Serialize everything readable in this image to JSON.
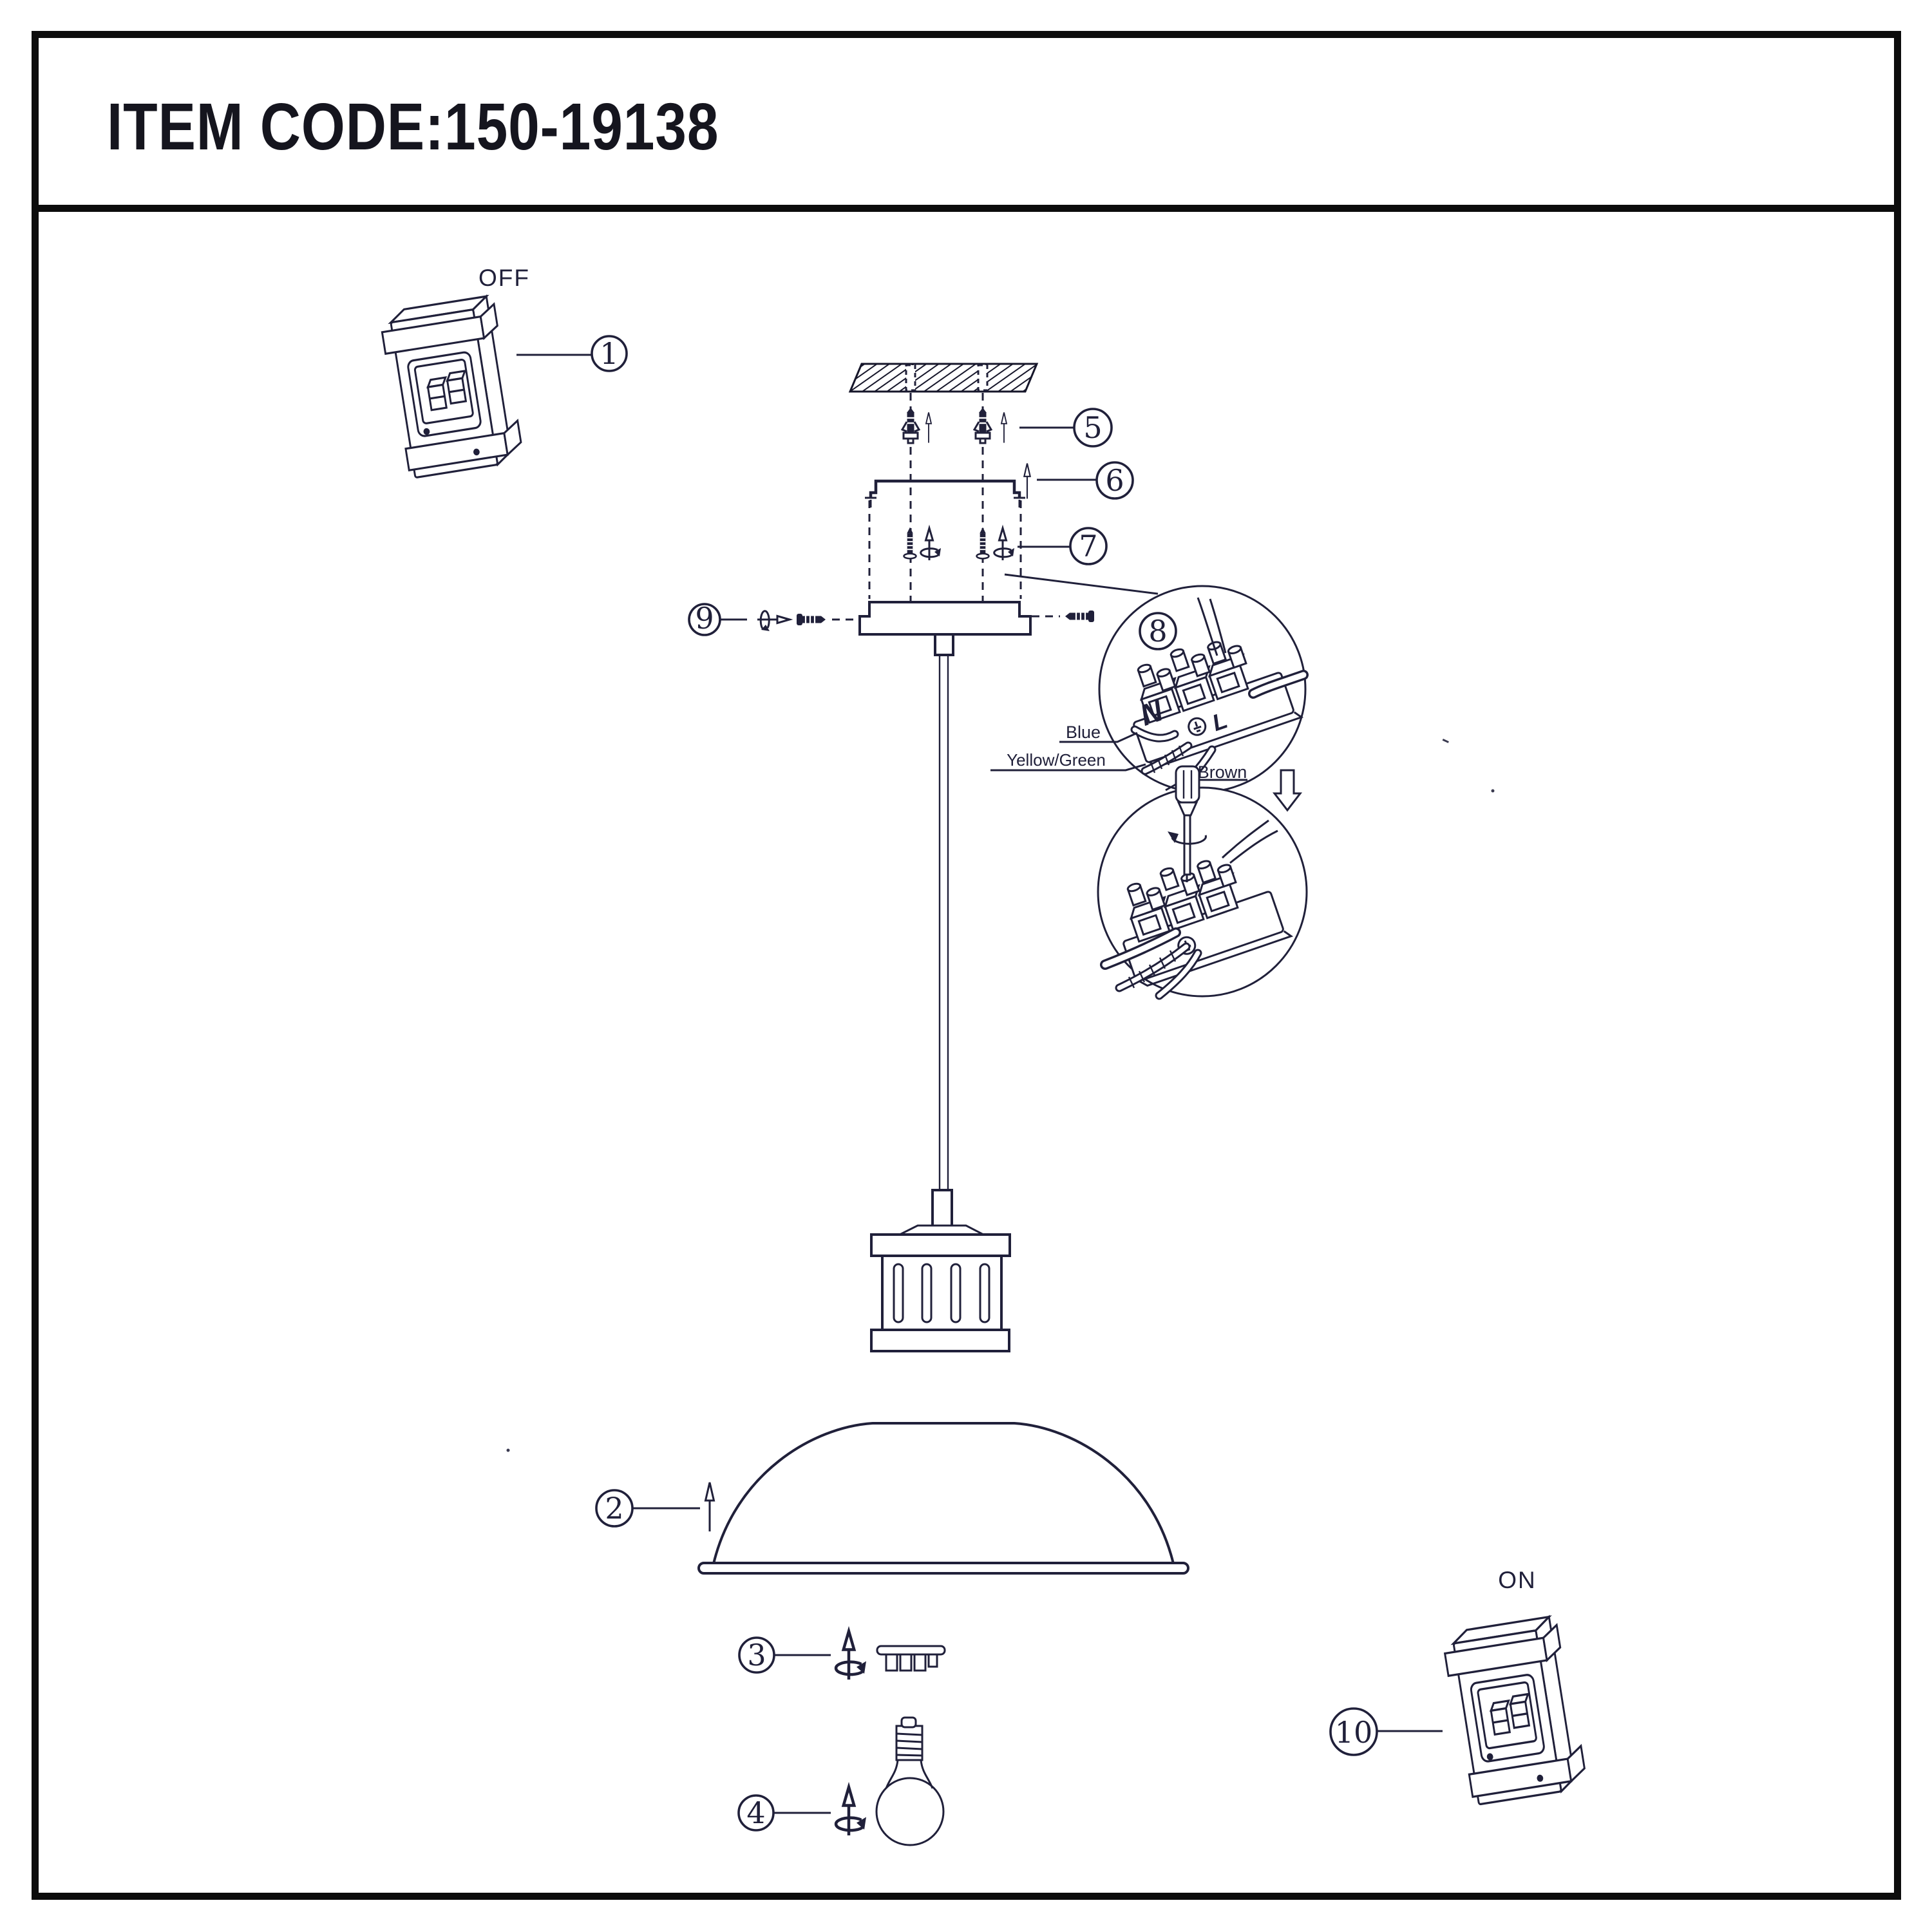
{
  "header": {
    "title": "ITEM CODE:150-19138"
  },
  "labels": {
    "off": "OFF",
    "on": "ON"
  },
  "wiring": {
    "blue": "Blue",
    "yellow_green": "Yellow/Green",
    "brown": "Brown",
    "terminal_n": "N",
    "terminal_l": "L"
  },
  "callouts": {
    "c1": "1",
    "c2": "2",
    "c3": "3",
    "c4": "4",
    "c5": "5",
    "c6": "6",
    "c7": "7",
    "c8": "8",
    "c9": "9",
    "c10": "10"
  },
  "colors": {
    "ink": "#20203a",
    "frame": "#0c0c0c",
    "paper": "#ffffff"
  }
}
